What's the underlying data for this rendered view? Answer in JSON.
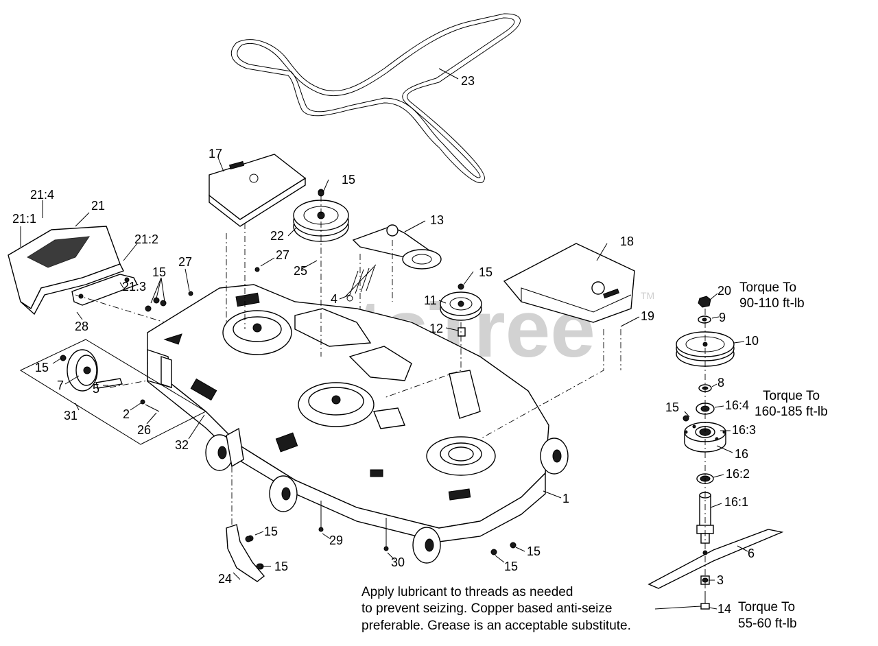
{
  "watermark": "PartsTree",
  "trademark": "TM",
  "callouts": {
    "c1": "1",
    "c2": "2",
    "c3": "3",
    "c4": "4",
    "c5": "5",
    "c6": "6",
    "c7": "7",
    "c8": "8",
    "c9": "9",
    "c10": "10",
    "c11": "11",
    "c12": "12",
    "c13": "13",
    "c14": "14",
    "c15": "15",
    "c16": "16",
    "c16_1": "16:1",
    "c16_2": "16:2",
    "c16_3": "16:3",
    "c16_4": "16:4",
    "c17": "17",
    "c18": "18",
    "c19": "19",
    "c20": "20",
    "c21": "21",
    "c21_1": "21:1",
    "c21_2": "21:2",
    "c21_3": "21:3",
    "c21_4": "21:4",
    "c22": "22",
    "c23": "23",
    "c24": "24",
    "c25": "25",
    "c26": "26",
    "c27": "27",
    "c28": "28",
    "c29": "29",
    "c30": "30",
    "c31": "31",
    "c32": "32"
  },
  "torque": {
    "t20_line1": "Torque To",
    "t20_line2": "90-110 ft-lb",
    "t16_line1": "Torque To",
    "t16_line2": "160-185 ft-lb",
    "t14_line1": "Torque To",
    "t14_line2": "55-60 ft-lb"
  },
  "note": {
    "line1": "Apply lubricant to threads as needed",
    "line2": "to prevent seizing. Copper based anti-seize",
    "line3": "preferable. Grease is an acceptable substitute."
  }
}
